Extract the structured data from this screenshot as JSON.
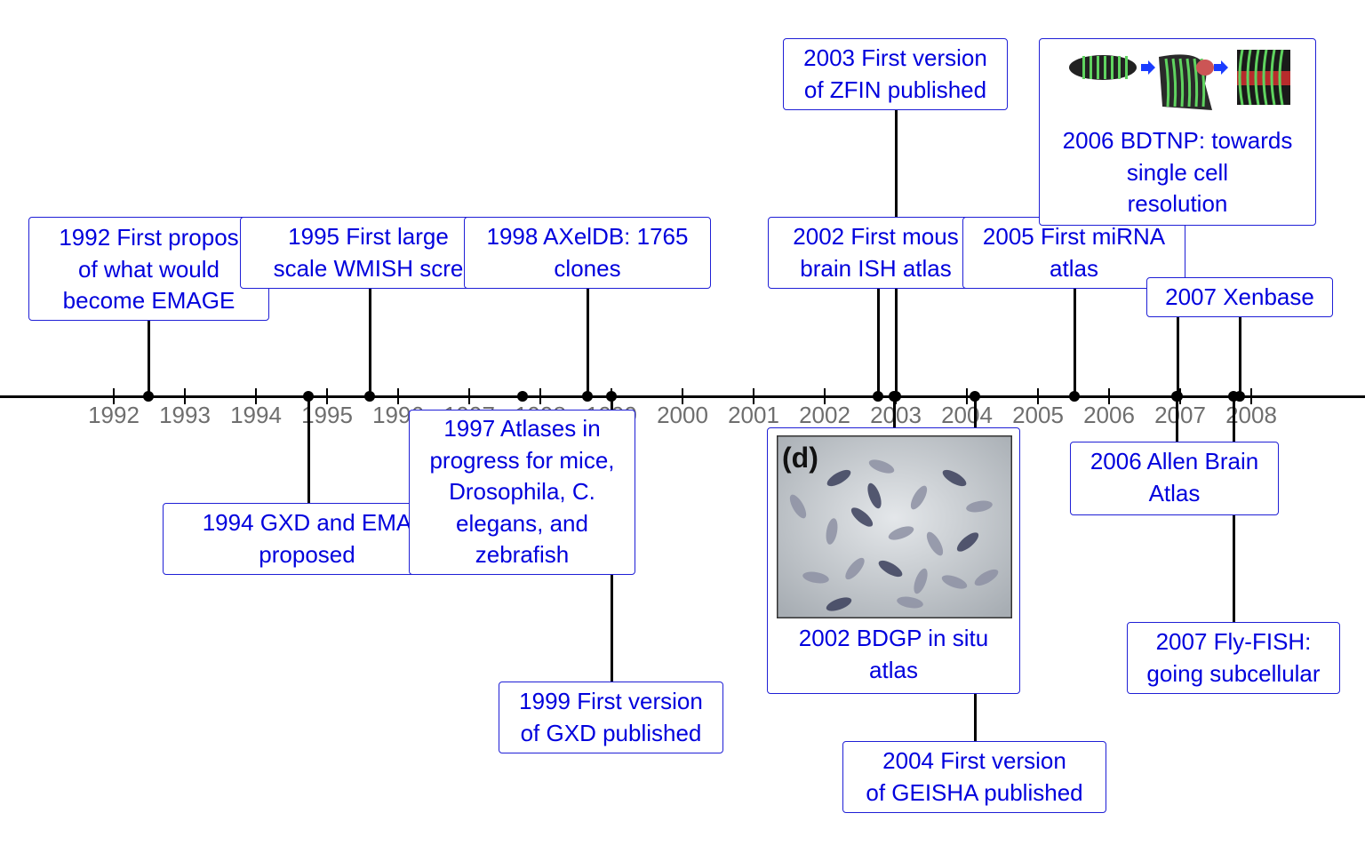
{
  "timeline": {
    "axis_years": [
      "1992",
      "1993",
      "1994",
      "1995",
      "1996",
      "1997",
      "1998",
      "1999",
      "2000",
      "2001",
      "2002",
      "2003",
      "2004",
      "2005",
      "2006",
      "2007",
      "2008"
    ],
    "colors": {
      "label_text": "#0000dd",
      "box_border": "#1f1fd6",
      "axis": "#000000",
      "year_text": "#6e6e6e"
    },
    "events": [
      {
        "id": "emage-1992",
        "text": "1992 First propos\nof what would\nbecome EMAGE"
      },
      {
        "id": "gxd-emage-1994",
        "text": "1994 GXD and EMA\nproposed"
      },
      {
        "id": "wmish-1995",
        "text": "1995 First large\nscale WMISH scre"
      },
      {
        "id": "atlases-1997",
        "text": "1997 Atlases in\nprogress for mice,\nDrosophila, C.\nelegans, and\nzebrafish"
      },
      {
        "id": "axeldb-1998",
        "text": "1998 AXelDB: 1765\nclones"
      },
      {
        "id": "gxd-1999",
        "text": "1999 First version\nof GXD published"
      },
      {
        "id": "mouse-brain-2002",
        "text": "2002 First mous\nbrain ISH atlas"
      },
      {
        "id": "bdgp-2002",
        "text": "2002 BDGP in situ\natlas",
        "image_label": "(d)"
      },
      {
        "id": "zfin-2003",
        "text": "2003 First version\nof ZFIN published"
      },
      {
        "id": "geisha-2004",
        "text": "2004 First version\nof GEISHA published"
      },
      {
        "id": "mirna-2005",
        "text": "2005 First miRNA\natlas"
      },
      {
        "id": "bdtnp-2006",
        "text": "2006 BDTNP: towards\nsingle cell\nresolution"
      },
      {
        "id": "allen-2006",
        "text": "2006 Allen Brain\nAtlas"
      },
      {
        "id": "xenbase-2007",
        "text": "2007 Xenbase"
      },
      {
        "id": "flyfish-2007",
        "text": "2007 Fly-FISH:\ngoing subcellular"
      }
    ]
  }
}
